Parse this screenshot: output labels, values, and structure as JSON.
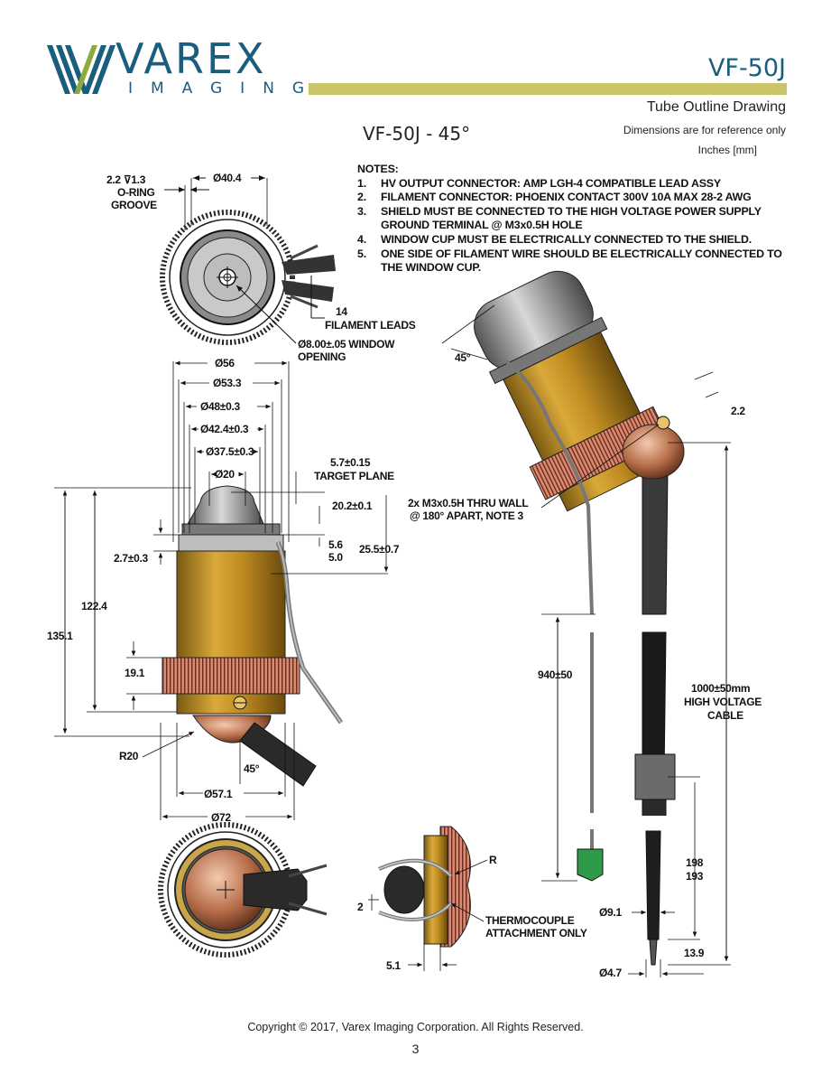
{
  "header": {
    "logo_word": "VAREX",
    "logo_sub": "IMAGING",
    "doc_id": "VF-50J",
    "subtitle": "Tube Outline Drawing",
    "reference_note": "Dimensions are for reference only",
    "units_note": "Inches [mm]",
    "colors": {
      "brand": "#1a5e7e",
      "rule": "#c9c66a",
      "logo_green": "#8cab3c"
    }
  },
  "drawing_title": "VF-50J - 45°",
  "notes": {
    "heading": "NOTES:",
    "items": [
      {
        "num": "1.",
        "text": "HV OUTPUT CONNECTOR:  AMP LGH-4 COMPATIBLE LEAD ASSY"
      },
      {
        "num": "2.",
        "text": "FILAMENT CONNECTOR:  PHOENIX CONTACT 300V 10A MAX 28-2 AWG"
      },
      {
        "num": "3.",
        "text": "SHIELD MUST BE CONNECTED TO THE HIGH VOLTAGE POWER SUPPLY GROUND TERMINAL @ M3x0.5H HOLE"
      },
      {
        "num": "4.",
        "text": "WINDOW CUP MUST BE ELECTRICALLY CONNECTED TO THE SHIELD."
      },
      {
        "num": "5.",
        "text": "ONE SIDE OF FILAMENT WIRE SHOULD BE ELECTRICALLY CONNECTED TO THE WINDOW CUP."
      }
    ]
  },
  "dimensions": {
    "oring": "2.2 ⊽1.3",
    "oring_label1": "O-RING",
    "oring_label2": "GROOVE",
    "d40": "Ø40.4",
    "leads_count": "14",
    "leads_label": "FILAMENT LEADS",
    "window": "Ø8.00±.05 WINDOW",
    "window2": "OPENING",
    "d56": "Ø56",
    "d53": "Ø53.3",
    "d48": "Ø48±0.3",
    "d42": "Ø42.4±0.3",
    "d37": "Ø37.5±0.3",
    "d20": "Ø20",
    "target": "5.7±0.15",
    "target_label": "TARGET PLANE",
    "h20": "20.2±0.1",
    "h56": "5.6",
    "h50": "5.0",
    "h25": "25.5±0.7",
    "h27": "2.7±0.3",
    "h122": "122.4",
    "h135": "135.1",
    "h19": "19.1",
    "r20": "R20",
    "a45_side": "45°",
    "d57": "Ø57.1",
    "d72": "Ø72",
    "a45_iso": "45°",
    "w22": "2.2",
    "holes1": "2x M3x0.5H THRU WALL",
    "holes2": "@ 180° APART, NOTE 3",
    "l940": "940±50",
    "l1000": "1000±50mm",
    "l1000_b": "HIGH VOLTAGE",
    "l1000_c": "CABLE",
    "l198": "198",
    "l193": "193",
    "d91": "Ø9.1",
    "w139": "13.9",
    "d47": "Ø4.7",
    "r_lbl": "R",
    "tc1": "THERMOCOUPLE",
    "tc2": "ATTACHMENT ONLY",
    "w2": "2",
    "w51": "5.1"
  },
  "footer": {
    "copyright": "Copyright © 2017, Varex Imaging Corporation.  All Rights Reserved.",
    "page_number": "3"
  }
}
